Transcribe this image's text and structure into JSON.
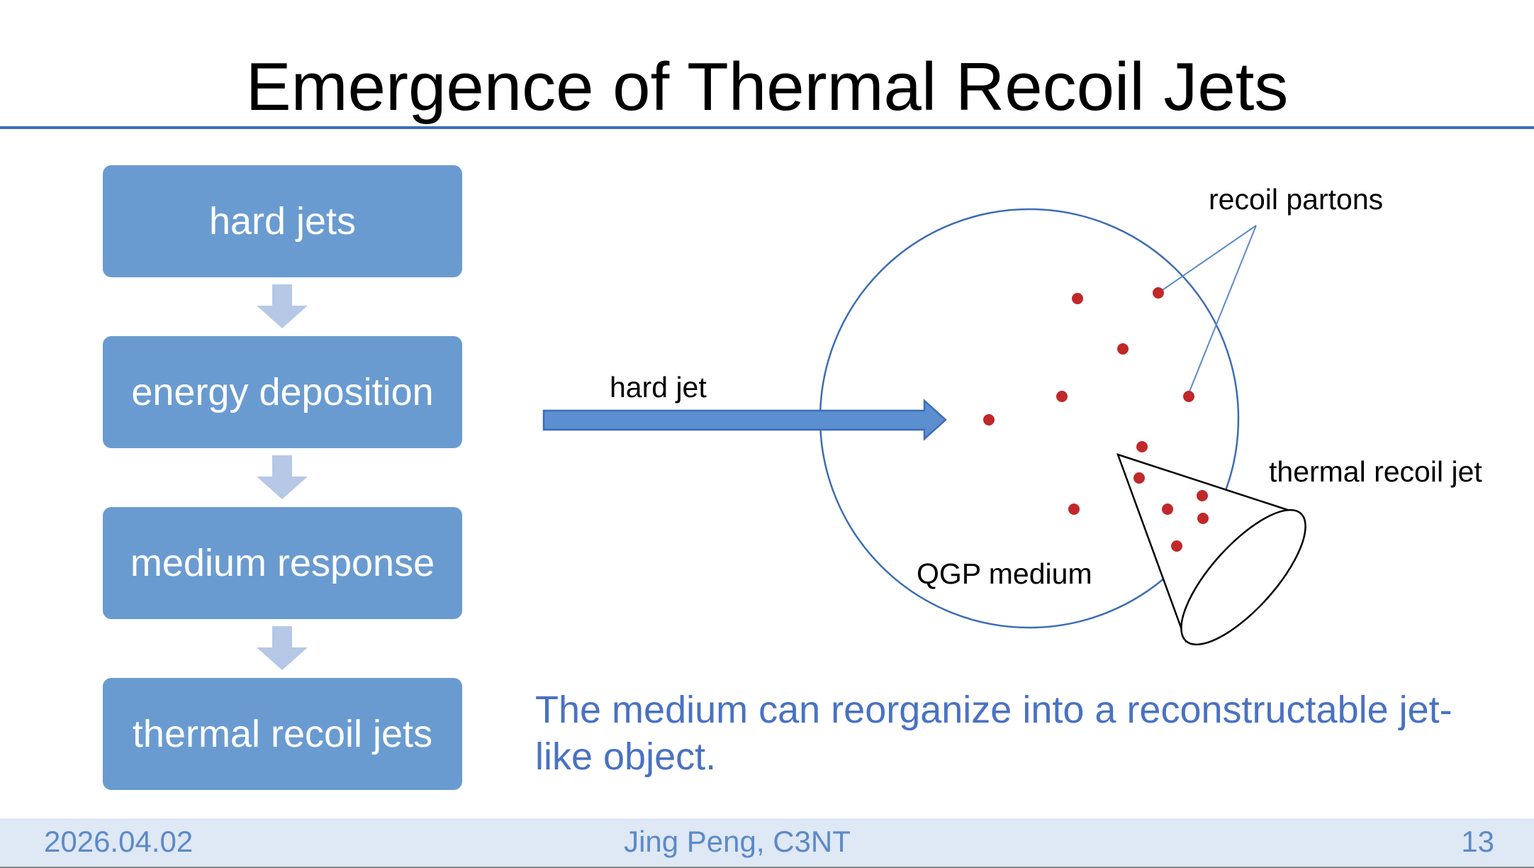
{
  "slide": {
    "title": "Emergence of Thermal Recoil Jets",
    "flow": {
      "steps": [
        {
          "label": "hard jets"
        },
        {
          "label": "energy deposition"
        },
        {
          "label": "medium response"
        },
        {
          "label": "thermal recoil jets"
        }
      ]
    },
    "diagram": {
      "labels": {
        "hard_jet": "hard jet",
        "recoil_partons": "recoil partons",
        "thermal_recoil_jet": "thermal recoil jet",
        "qgp_medium": "QGP medium"
      }
    },
    "caption": "The medium can reorganize into a reconstructable jet-like object.",
    "footer": {
      "date": "2026.04.02",
      "author": "Jing Peng, C3NT",
      "page_number": "13"
    },
    "colors": {
      "accent": "#3d6db5",
      "box_fill": "#6a9bd0",
      "arrow_fill": "#b6c8e6",
      "parton_dot": "#c0282a",
      "caption_text": "#4a72c2",
      "footer_bg": "#dfe8f5"
    }
  }
}
